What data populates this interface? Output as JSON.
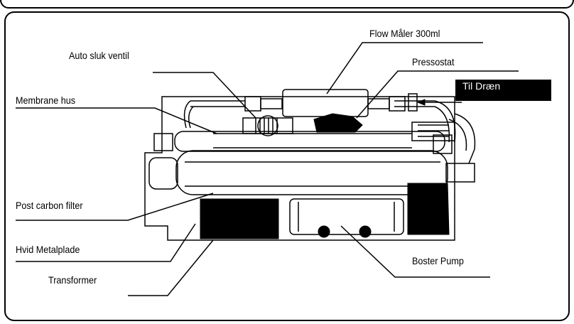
{
  "labels": {
    "flow": "Flow Måler 300ml",
    "auto_sluk": "Auto sluk ventil",
    "pressostat": "Pressostat",
    "til_draen": "Til Dræn",
    "membrane": "Membrane hus",
    "post_carbon": "Post carbon filter",
    "hvid": "Hvid Metalplade",
    "transformer": "Transformer",
    "booster": "Boster Pump"
  }
}
